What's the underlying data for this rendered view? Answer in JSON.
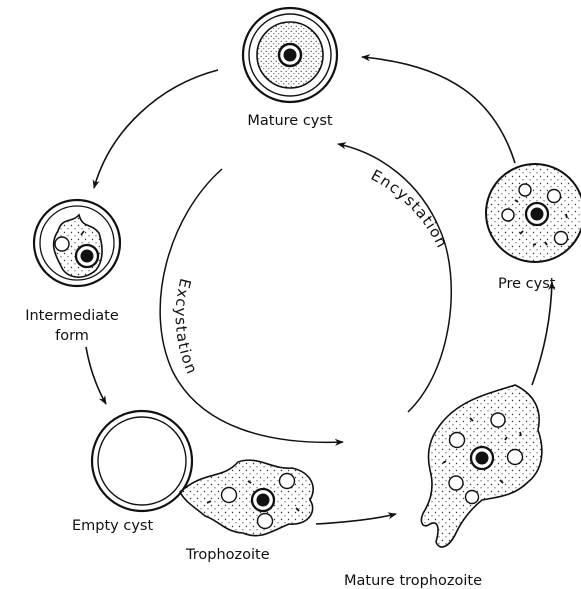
{
  "labels": {
    "mature_cyst": "Mature cyst",
    "intermediate_line1": "Intermediate",
    "intermediate_line2": "form",
    "pre_cyst": "Pre cyst",
    "empty_cyst": "Empty cyst",
    "trophozoite": "Trophozoite",
    "mature_trophozoite": "Mature trophozoite",
    "encystation": "Encystation",
    "excystation": "Excystation"
  },
  "colors": {
    "ink": "#111111",
    "stipple": "#333333",
    "background": "#ffffff"
  }
}
